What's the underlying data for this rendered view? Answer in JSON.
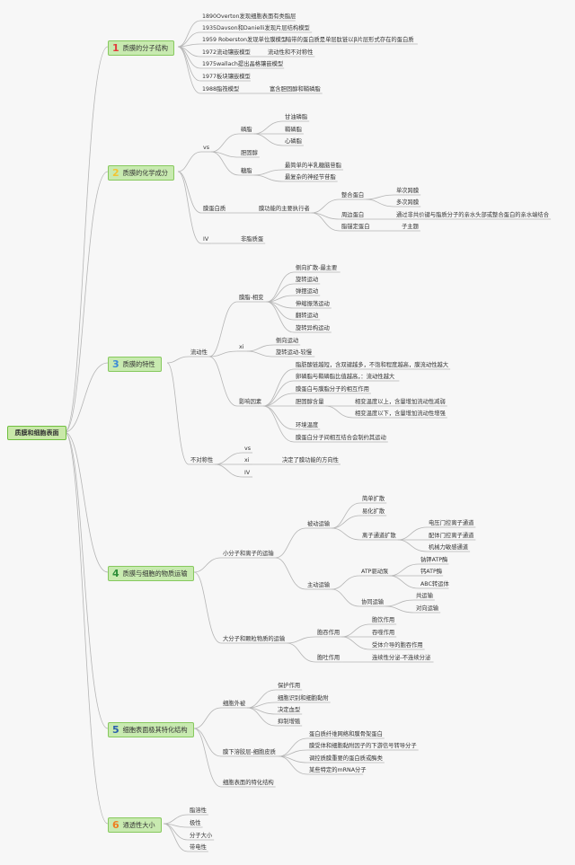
{
  "colors": {
    "background": "#f7f7f7",
    "line": "#b5b5b5",
    "box_fill": "#c8eab0",
    "box_border": "#87c95e",
    "num_1": "#e23b3b",
    "num_2": "#f2c533",
    "num_3": "#3b8ad6",
    "num_4": "#2f8f3a",
    "num_5": "#2b5fad",
    "num_6": "#ef7f22"
  },
  "root": {
    "label": "质膜和细胞表面"
  },
  "sections": [
    {
      "num": "1",
      "label": "质膜的分子结构",
      "children": [
        {
          "label": "1890Overton发现细胞表面有类脂层"
        },
        {
          "label": "1935Davson和Danielli发现片层结构模型"
        },
        {
          "label": "1959 Roberston发现单位膜模型",
          "children": [
            {
              "label": "暗带的蛋白质是单层肽链以β片层形式存在的蛋白质"
            }
          ]
        },
        {
          "label": "1972流动镶嵌模型",
          "children": [
            {
              "label": "流动性和不对称性"
            }
          ]
        },
        {
          "label": "1975wallach提出晶格镶嵌模型"
        },
        {
          "label": "1977板块镶嵌模型"
        },
        {
          "label": "1988脂筏模型",
          "children": [
            {
              "label": "富含胆固醇和鞘磷脂"
            }
          ]
        }
      ]
    },
    {
      "num": "2",
      "label": "质膜的化学成分",
      "children": [
        {
          "label": "vs",
          "children": [
            {
              "label": "磷脂",
              "children": [
                {
                  "label": "甘油磷脂"
                },
                {
                  "label": "鞘磷脂"
                },
                {
                  "label": "心磷脂"
                }
              ]
            },
            {
              "label": "胆固醇"
            },
            {
              "label": "糖脂",
              "children": [
                {
                  "label": "最简单的半乳糖脑苷脂"
                },
                {
                  "label": "最复杂的神经节苷脂"
                }
              ]
            }
          ]
        },
        {
          "label": "膜蛋白质",
          "children": [
            {
              "label": "膜功能的主要执行者",
              "children": [
                {
                  "label": "整合蛋白",
                  "children": [
                    {
                      "label": "单次跨膜"
                    },
                    {
                      "label": "多次跨膜"
                    }
                  ]
                },
                {
                  "label": "周边蛋白",
                  "children": [
                    {
                      "label": "通过非共价键与脂质分子的亲水头部或整合蛋白的亲水端结合"
                    }
                  ]
                },
                {
                  "label": "脂锚定蛋白",
                  "children": [
                    {
                      "label": "子主题"
                    }
                  ]
                }
              ]
            }
          ]
        },
        {
          "label": "IV",
          "children": [
            {
              "label": "非脂质蛋"
            }
          ]
        }
      ]
    },
    {
      "num": "3",
      "label": "质膜的特性",
      "children": [
        {
          "label": "流动性",
          "children": [
            {
              "label": "膜脂-相变",
              "children": [
                {
                  "label": "侧向扩散-最主要"
                },
                {
                  "label": "旋转运动"
                },
                {
                  "label": "弹摆运动"
                },
                {
                  "label": "伸缩振荡运动"
                },
                {
                  "label": "翻转运动"
                },
                {
                  "label": "旋转异构运动"
                }
              ]
            },
            {
              "label": "xi",
              "children": [
                {
                  "label": "侧向运动"
                },
                {
                  "label": "旋转运动-较慢"
                }
              ]
            },
            {
              "label": "影响因素",
              "children": [
                {
                  "label": "脂肪酸链越短，含双键越多，不饱和程度越高，膜流动性越大"
                },
                {
                  "label": "卵磷脂与鞘磷脂比值越高，：流动性越大"
                },
                {
                  "label": "膜蛋白与膜脂分子的相互作用"
                },
                {
                  "label": "胆固醇含量",
                  "children": [
                    {
                      "label": "相变温度以上，含量增加流动性减弱"
                    },
                    {
                      "label": "相变温度以下，含量增加流动性增强"
                    }
                  ]
                },
                {
                  "label": "环境温度"
                },
                {
                  "label": "膜蛋白分子间相互结合会制约其运动"
                }
              ]
            }
          ]
        },
        {
          "label": "不对称性",
          "children": [
            {
              "label": "vs"
            },
            {
              "label": "xi",
              "children": [
                {
                  "label": "决定了膜功能的方向性"
                }
              ]
            },
            {
              "label": "IV"
            }
          ]
        }
      ]
    },
    {
      "num": "4",
      "label": "质膜与细胞的物质运输",
      "children": [
        {
          "label": "小分子和离子的运输",
          "children": [
            {
              "label": "被动运输",
              "children": [
                {
                  "label": "简单扩散"
                },
                {
                  "label": "易化扩散"
                },
                {
                  "label": "离子通道扩散",
                  "children": [
                    {
                      "label": "电压门控离子通道"
                    },
                    {
                      "label": "配体门控离子通道"
                    },
                    {
                      "label": "机械力敏感通道"
                    }
                  ]
                }
              ]
            },
            {
              "label": "主动运输",
              "children": [
                {
                  "label": "ATP驱动泵",
                  "children": [
                    {
                      "label": "钠钾ATP酶"
                    },
                    {
                      "label": "钙ATP酶"
                    },
                    {
                      "label": "ABC转运体"
                    }
                  ]
                },
                {
                  "label": "协同运输",
                  "children": [
                    {
                      "label": "共运输"
                    },
                    {
                      "label": "对向运输"
                    }
                  ]
                }
              ]
            }
          ]
        },
        {
          "label": "大分子和颗粒物质的运输",
          "children": [
            {
              "label": "胞吞作用",
              "children": [
                {
                  "label": "胞饮作用"
                },
                {
                  "label": "吞噬作用"
                },
                {
                  "label": "受体介导的胞吞作用"
                }
              ]
            },
            {
              "label": "胞吐作用",
              "children": [
                {
                  "label": "连续性分泌-不连续分泌"
                }
              ]
            }
          ]
        }
      ]
    },
    {
      "num": "5",
      "label": "细胞表面极其特化结构",
      "children": [
        {
          "label": "细胞外被",
          "children": [
            {
              "label": "保护作用"
            },
            {
              "label": "细胞识别和细胞黏附"
            },
            {
              "label": "决定血型"
            },
            {
              "label": "抑制增殖"
            }
          ]
        },
        {
          "label": "膜下溶胶层-细胞皮质",
          "children": [
            {
              "label": "蛋白质纤维网络和膜骨架蛋白"
            },
            {
              "label": "膜受体和细胞黏附因子的下游信号转导分子"
            },
            {
              "label": "调控质膜重要的蛋白质或酶类"
            },
            {
              "label": "某些特定的mRNA分子"
            }
          ]
        },
        {
          "label": "细胞表面的特化结构"
        }
      ]
    },
    {
      "num": "6",
      "label": "通透性大小",
      "children": [
        {
          "label": "脂溶性"
        },
        {
          "label": "极性"
        },
        {
          "label": "分子大小"
        },
        {
          "label": "带电性"
        }
      ]
    }
  ]
}
